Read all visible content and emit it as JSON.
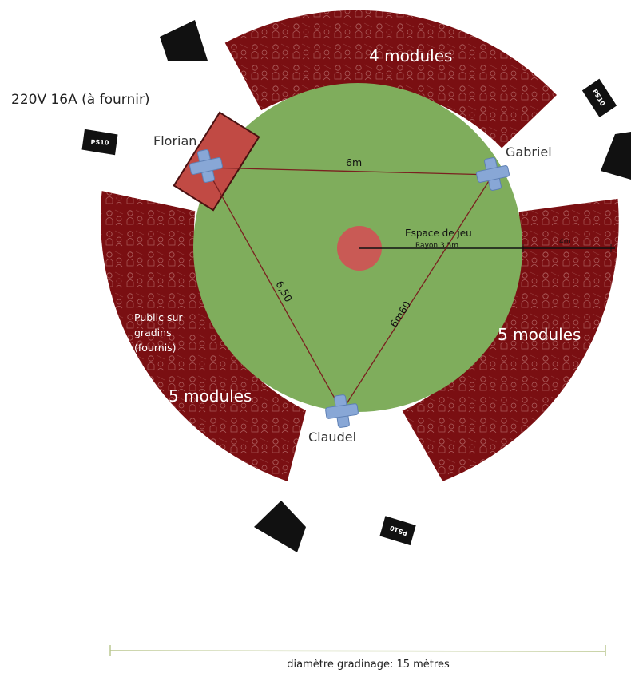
{
  "power_note": "220V 16A (à fournir)",
  "players": {
    "florian": "Florian",
    "gabriel": "Gabriel",
    "claudel": "Claudel"
  },
  "distances": {
    "florian_gabriel": "6m",
    "florian_claudel": "6,50",
    "gabriel_claudel": "6m60",
    "radius_extension": "4m"
  },
  "play_area": {
    "title": "Espace de jeu",
    "radius": "Rayon 3,5m"
  },
  "seating": {
    "top": "4 modules",
    "right": "5 modules",
    "left": "5 modules",
    "public_line1": "Public sur",
    "public_line2": "gradins",
    "public_line3": "(fournis)"
  },
  "spotlight_label": "PS10",
  "footer": "diamètre gradinage: 15 mètres",
  "colors": {
    "stage_green": "#7fad5c",
    "seating_red": "#7a0f12",
    "center_disc": "#c95a55",
    "table_red": "#c14a44",
    "cross_blue": "#88a7d6",
    "spotlight": "#111111"
  }
}
